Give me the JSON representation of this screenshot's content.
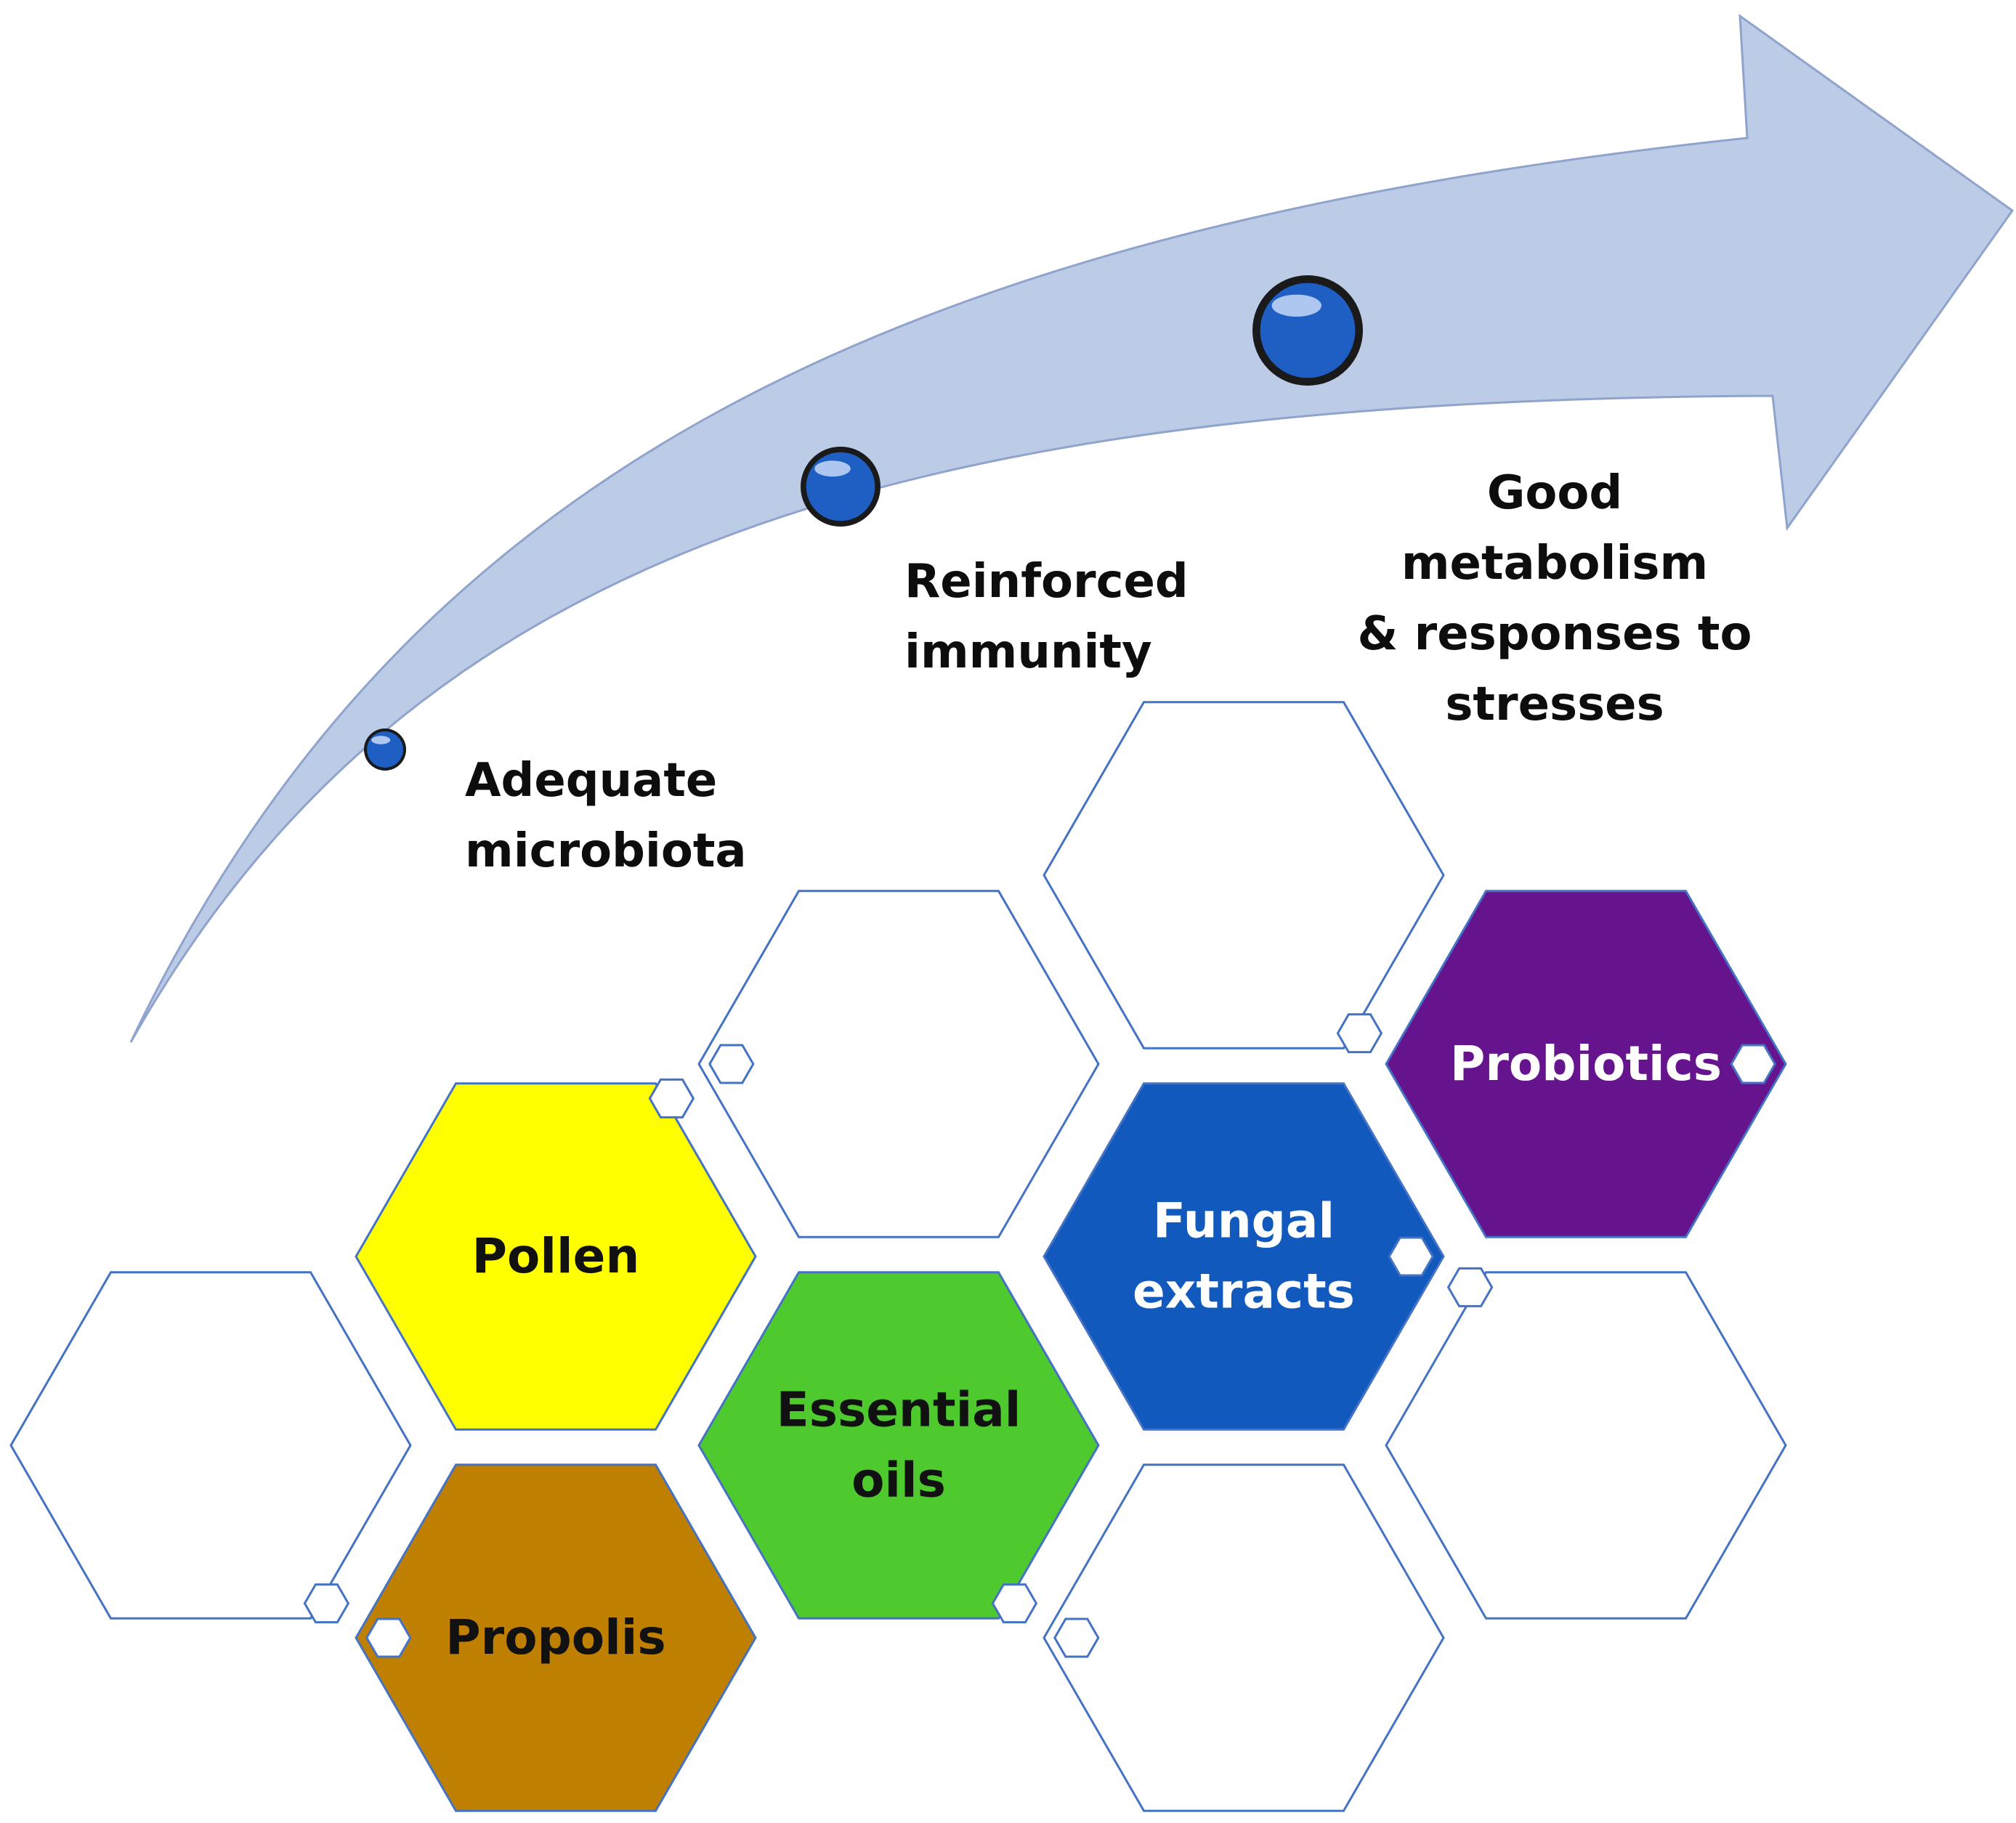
{
  "arrow": {
    "fill_color": "#bccbe6",
    "stroke_color": "#8fa3cc",
    "milestones": [
      {
        "label_lines": [
          "Adequate",
          "microbiota"
        ]
      },
      {
        "label_lines": [
          "Reinforced",
          "immunity"
        ]
      },
      {
        "label_lines": [
          "Good",
          "metabolism",
          "& responses to",
          "stresses"
        ]
      }
    ]
  },
  "colors": {
    "text": "#0d0d0d",
    "hex_outline": "#4472c4",
    "bead_outer": "#1a1a1a",
    "bead_fill": "#1f5fc4",
    "bead_highlight": "#dfeaff"
  },
  "hexagons": [
    {
      "id": "blank-1",
      "lines": []
    },
    {
      "id": "pollen",
      "lines": [
        "Pollen"
      ],
      "fill": "#ffff00",
      "text_color": "#111111"
    },
    {
      "id": "propolis",
      "lines": [
        "Propolis"
      ],
      "fill": "#bf7f00",
      "text_color": "#111111"
    },
    {
      "id": "blank-2",
      "lines": []
    },
    {
      "id": "essential",
      "lines": [
        "Essential",
        "oils"
      ],
      "fill": "#4ec92e",
      "text_color": "#111111"
    },
    {
      "id": "blank-3",
      "lines": []
    },
    {
      "id": "fungal",
      "lines": [
        "Fungal",
        "extracts"
      ],
      "fill": "#1159bc",
      "text_color": "#ffffff"
    },
    {
      "id": "blank-4",
      "lines": []
    },
    {
      "id": "probiotics",
      "lines": [
        "Probiotics"
      ],
      "fill": "#66138e",
      "text_color": "#ffffff"
    },
    {
      "id": "blank-5",
      "lines": []
    }
  ]
}
